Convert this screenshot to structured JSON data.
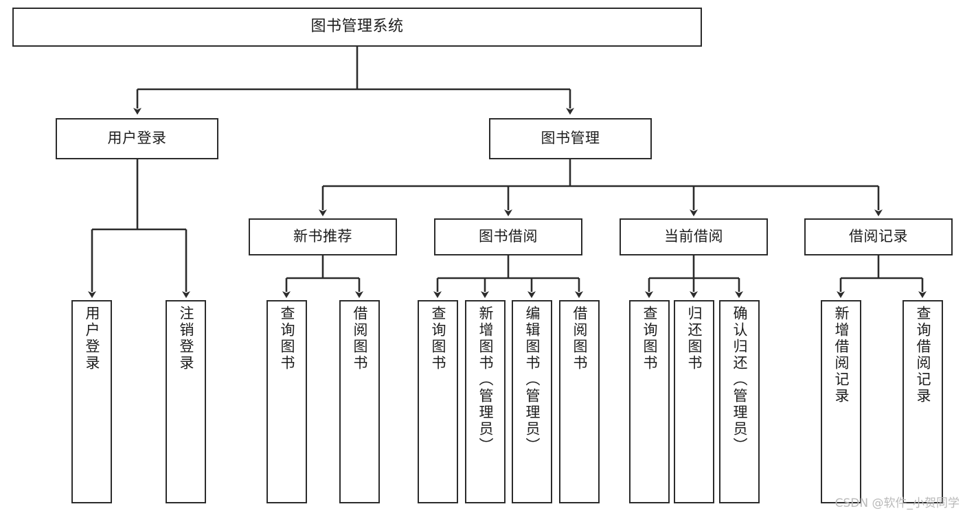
{
  "diagram": {
    "title": "图书管理系统",
    "type": "tree",
    "watermark": "CSDN @软件_小贺同学",
    "line_color": "#2b2b2b",
    "box_fill": "#ffffff",
    "text_color": "#1c1c1c",
    "nodes": {
      "root": {
        "label": "图书管理系统"
      },
      "level2": [
        {
          "id": "user-login",
          "label": "用户登录"
        },
        {
          "id": "book-manage",
          "label": "图书管理"
        }
      ],
      "level3": [
        {
          "id": "new-book-recommend",
          "label": "新书推荐"
        },
        {
          "id": "book-borrow",
          "label": "图书借阅"
        },
        {
          "id": "current-borrow",
          "label": "当前借阅"
        },
        {
          "id": "borrow-record",
          "label": "借阅记录"
        }
      ],
      "leaves": {
        "user_login": [
          {
            "id": "leaf-user-login",
            "label": "用户登录"
          },
          {
            "id": "leaf-logout-login",
            "label": "注销登录"
          }
        ],
        "new_book_recommend": [
          {
            "id": "leaf-query-book-1",
            "label": "查询图书"
          },
          {
            "id": "leaf-borrow-book-1",
            "label": "借阅图书"
          }
        ],
        "book_borrow": [
          {
            "id": "leaf-query-book-2",
            "label": "查询图书"
          },
          {
            "id": "leaf-add-book",
            "label": "新增图书（管理员）"
          },
          {
            "id": "leaf-edit-book",
            "label": "编辑图书（管理员）"
          },
          {
            "id": "leaf-borrow-book-2",
            "label": "借阅图书"
          }
        ],
        "current_borrow": [
          {
            "id": "leaf-query-book-3",
            "label": "查询图书"
          },
          {
            "id": "leaf-return-book",
            "label": "归还图书"
          },
          {
            "id": "leaf-confirm-return",
            "label": "确认归还（管理员）"
          }
        ],
        "borrow_record": [
          {
            "id": "leaf-add-record",
            "label": "新增借阅记录"
          },
          {
            "id": "leaf-query-record",
            "label": "查询借阅记录"
          }
        ]
      }
    }
  }
}
